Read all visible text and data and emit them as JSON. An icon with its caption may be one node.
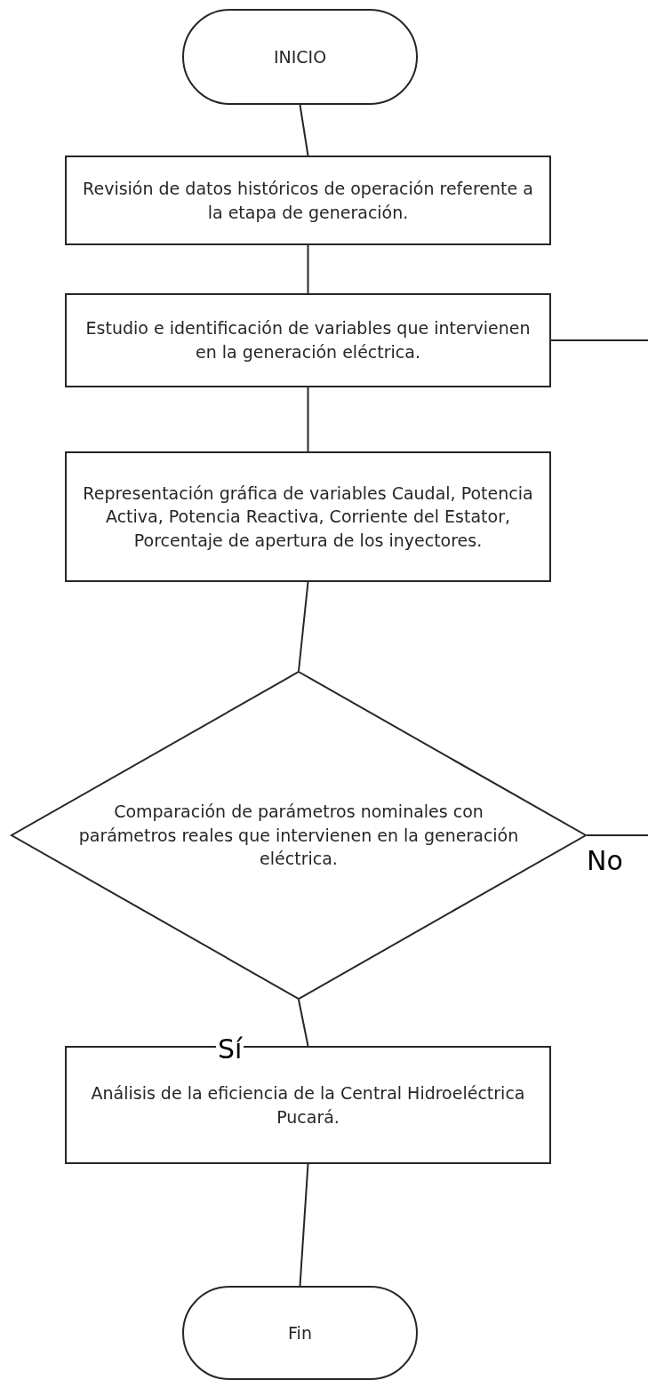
{
  "diagram": {
    "nodes": [
      {
        "text": [
          "INICIO"
        ]
      },
      {
        "text": [
          "Revisión de datos históricos de operación referente a la etapa de generación."
        ]
      },
      {
        "text": [
          "Estudio e identificación de variables que intervienen en la generación eléctrica."
        ]
      },
      {
        "text": [
          "Representación gráfica de variables Caudal, Potencia Activa, Potencia Reactiva, Corriente del Estator, Porcentaje de apertura de los inyectores."
        ]
      },
      {
        "text": [
          "Comparación de parámetros nominales con parámetros reales que intervienen en la generación eléctrica."
        ]
      },
      {
        "text": [
          "Análisis de la eficiencia de la Central Hidroeléctrica Pucará."
        ]
      },
      {
        "text": [
          "Fin"
        ]
      }
    ],
    "edges": [
      {
        "from": 0,
        "to": 1,
        "arrow": "none"
      },
      {
        "from": 1,
        "to": 2,
        "arrow": "none"
      },
      {
        "from": 2,
        "to": null,
        "arrow": "none"
      },
      {
        "from": 2,
        "to": 3,
        "arrow": "none"
      },
      {
        "from": 3,
        "to": 4,
        "arrow": "none"
      },
      {
        "from": 4,
        "to": null,
        "arrow": "none",
        "label": "No"
      },
      {
        "from": 4,
        "to": 5,
        "arrow": "none",
        "label": "Sí"
      },
      {
        "from": 5,
        "to": 6,
        "arrow": "none"
      }
    ]
  }
}
